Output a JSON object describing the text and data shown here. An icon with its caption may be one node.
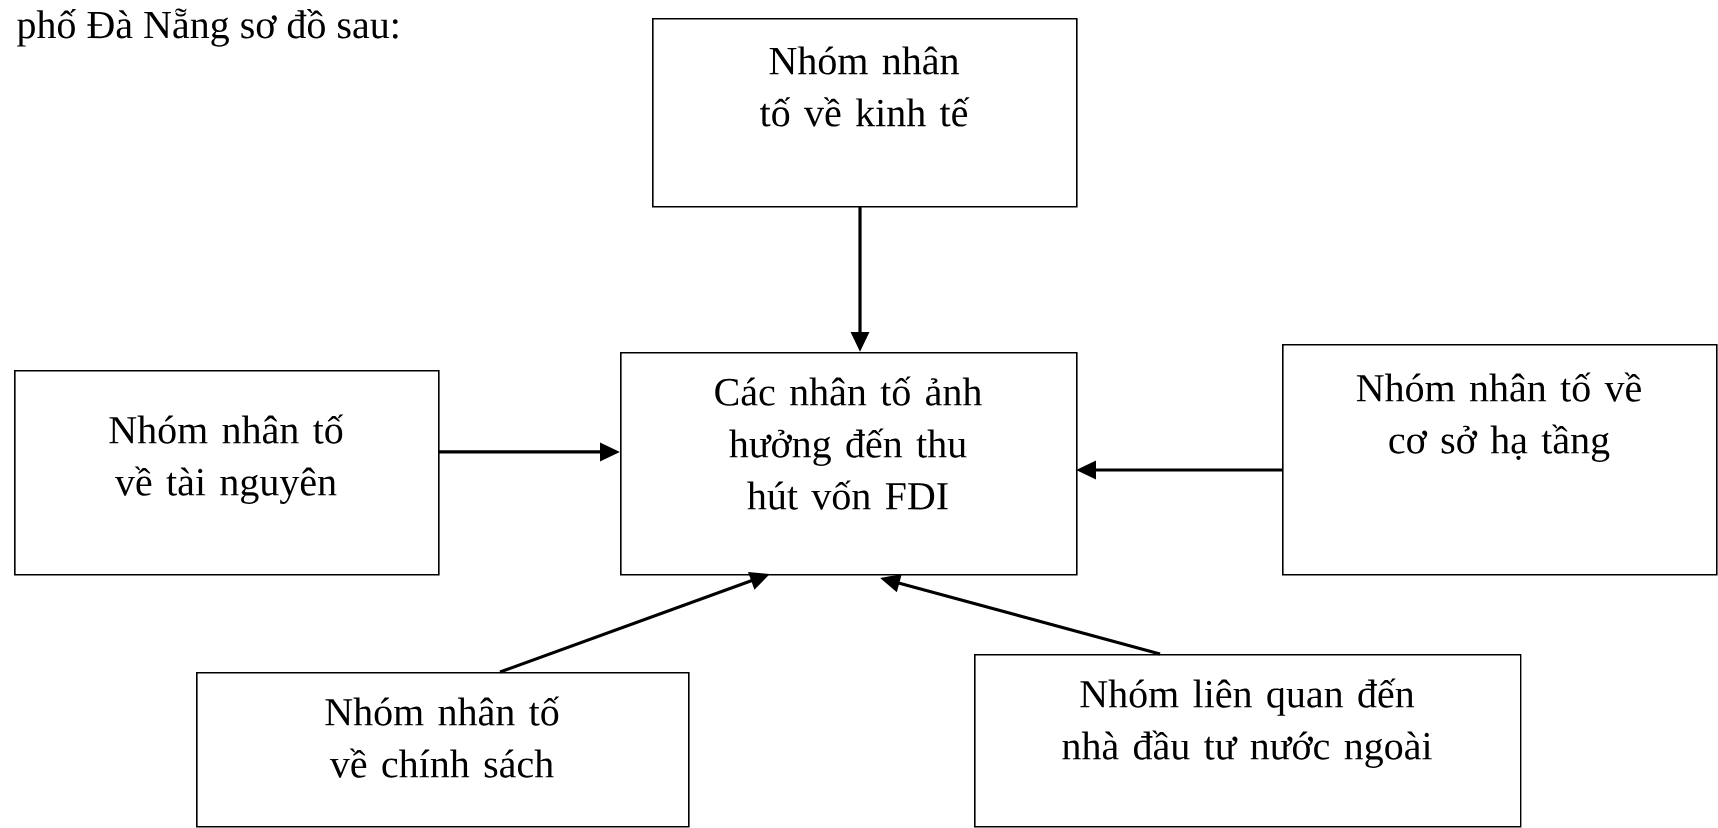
{
  "diagram": {
    "nodes": [
      {
        "text": [
          "Nhóm nhân tố về kinh tế"
        ]
      },
      {
        "text": [
          "Các nhân tố ảnh hưởng đến thu hút vốn FDI"
        ]
      },
      {
        "text": [
          "Nhóm nhân tố về tài nguyên"
        ]
      },
      {
        "text": [
          "Nhóm nhân tố về cơ sở hạ tầng"
        ]
      },
      {
        "text": [
          "Nhóm nhân tố về chính sách"
        ]
      },
      {
        "text": [
          "Nhóm liên quan đến nhà đầu tư nước ngoài"
        ]
      }
    ],
    "edges": [
      {
        "from": 0,
        "to": 1,
        "arrow": "to"
      },
      {
        "from": 2,
        "to": 1,
        "arrow": "to"
      },
      {
        "from": 3,
        "to": 1,
        "arrow": "to"
      },
      {
        "from": 4,
        "to": 1,
        "arrow": "to"
      },
      {
        "from": 5,
        "to": 1,
        "arrow": "to"
      }
    ],
    "labels": [
      "phố Đà Nẵng sơ đồ sau:"
    ]
  }
}
